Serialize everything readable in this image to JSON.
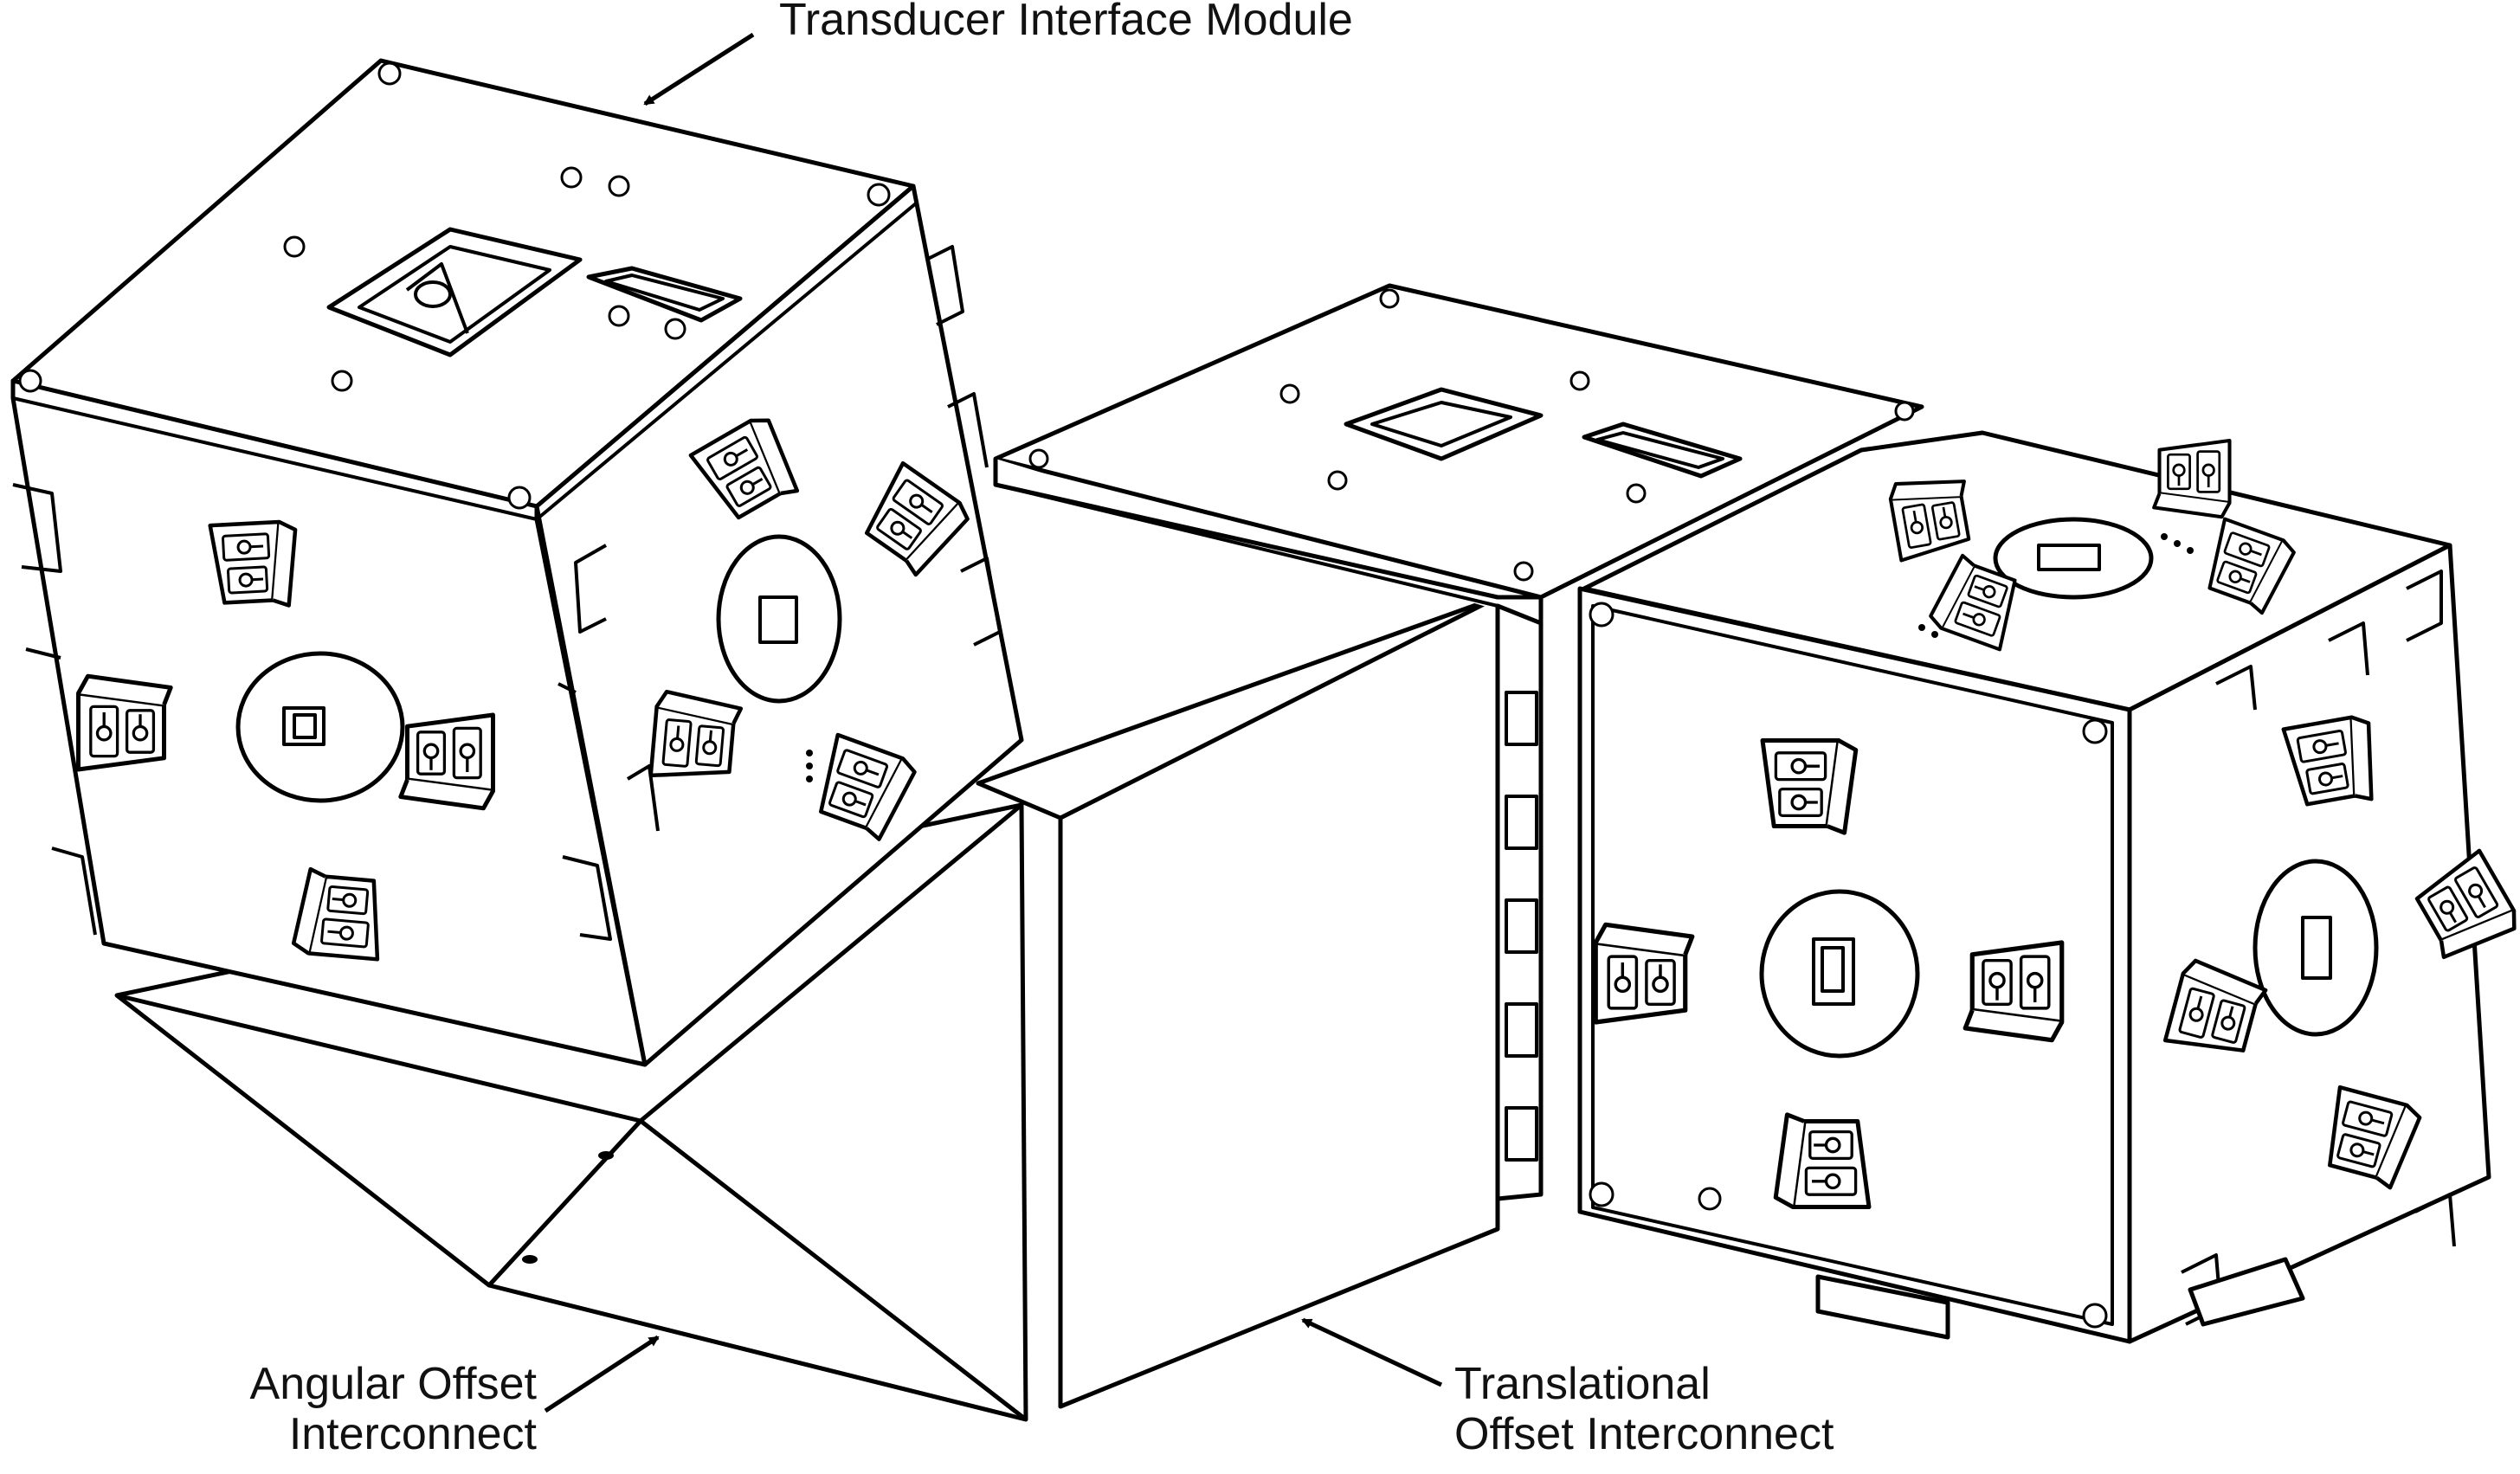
{
  "figure": {
    "labels": {
      "transducer_interface_module": "Transducer Interface Module",
      "angular_offset_interconnect": [
        "Angular Offset",
        "Interconnect"
      ],
      "translational_offset_interconnect": [
        "Translational",
        "Offset Interconnect"
      ]
    },
    "colors": {
      "stroke": "#000000",
      "fill": "#ffffff",
      "text": "#111111"
    }
  }
}
